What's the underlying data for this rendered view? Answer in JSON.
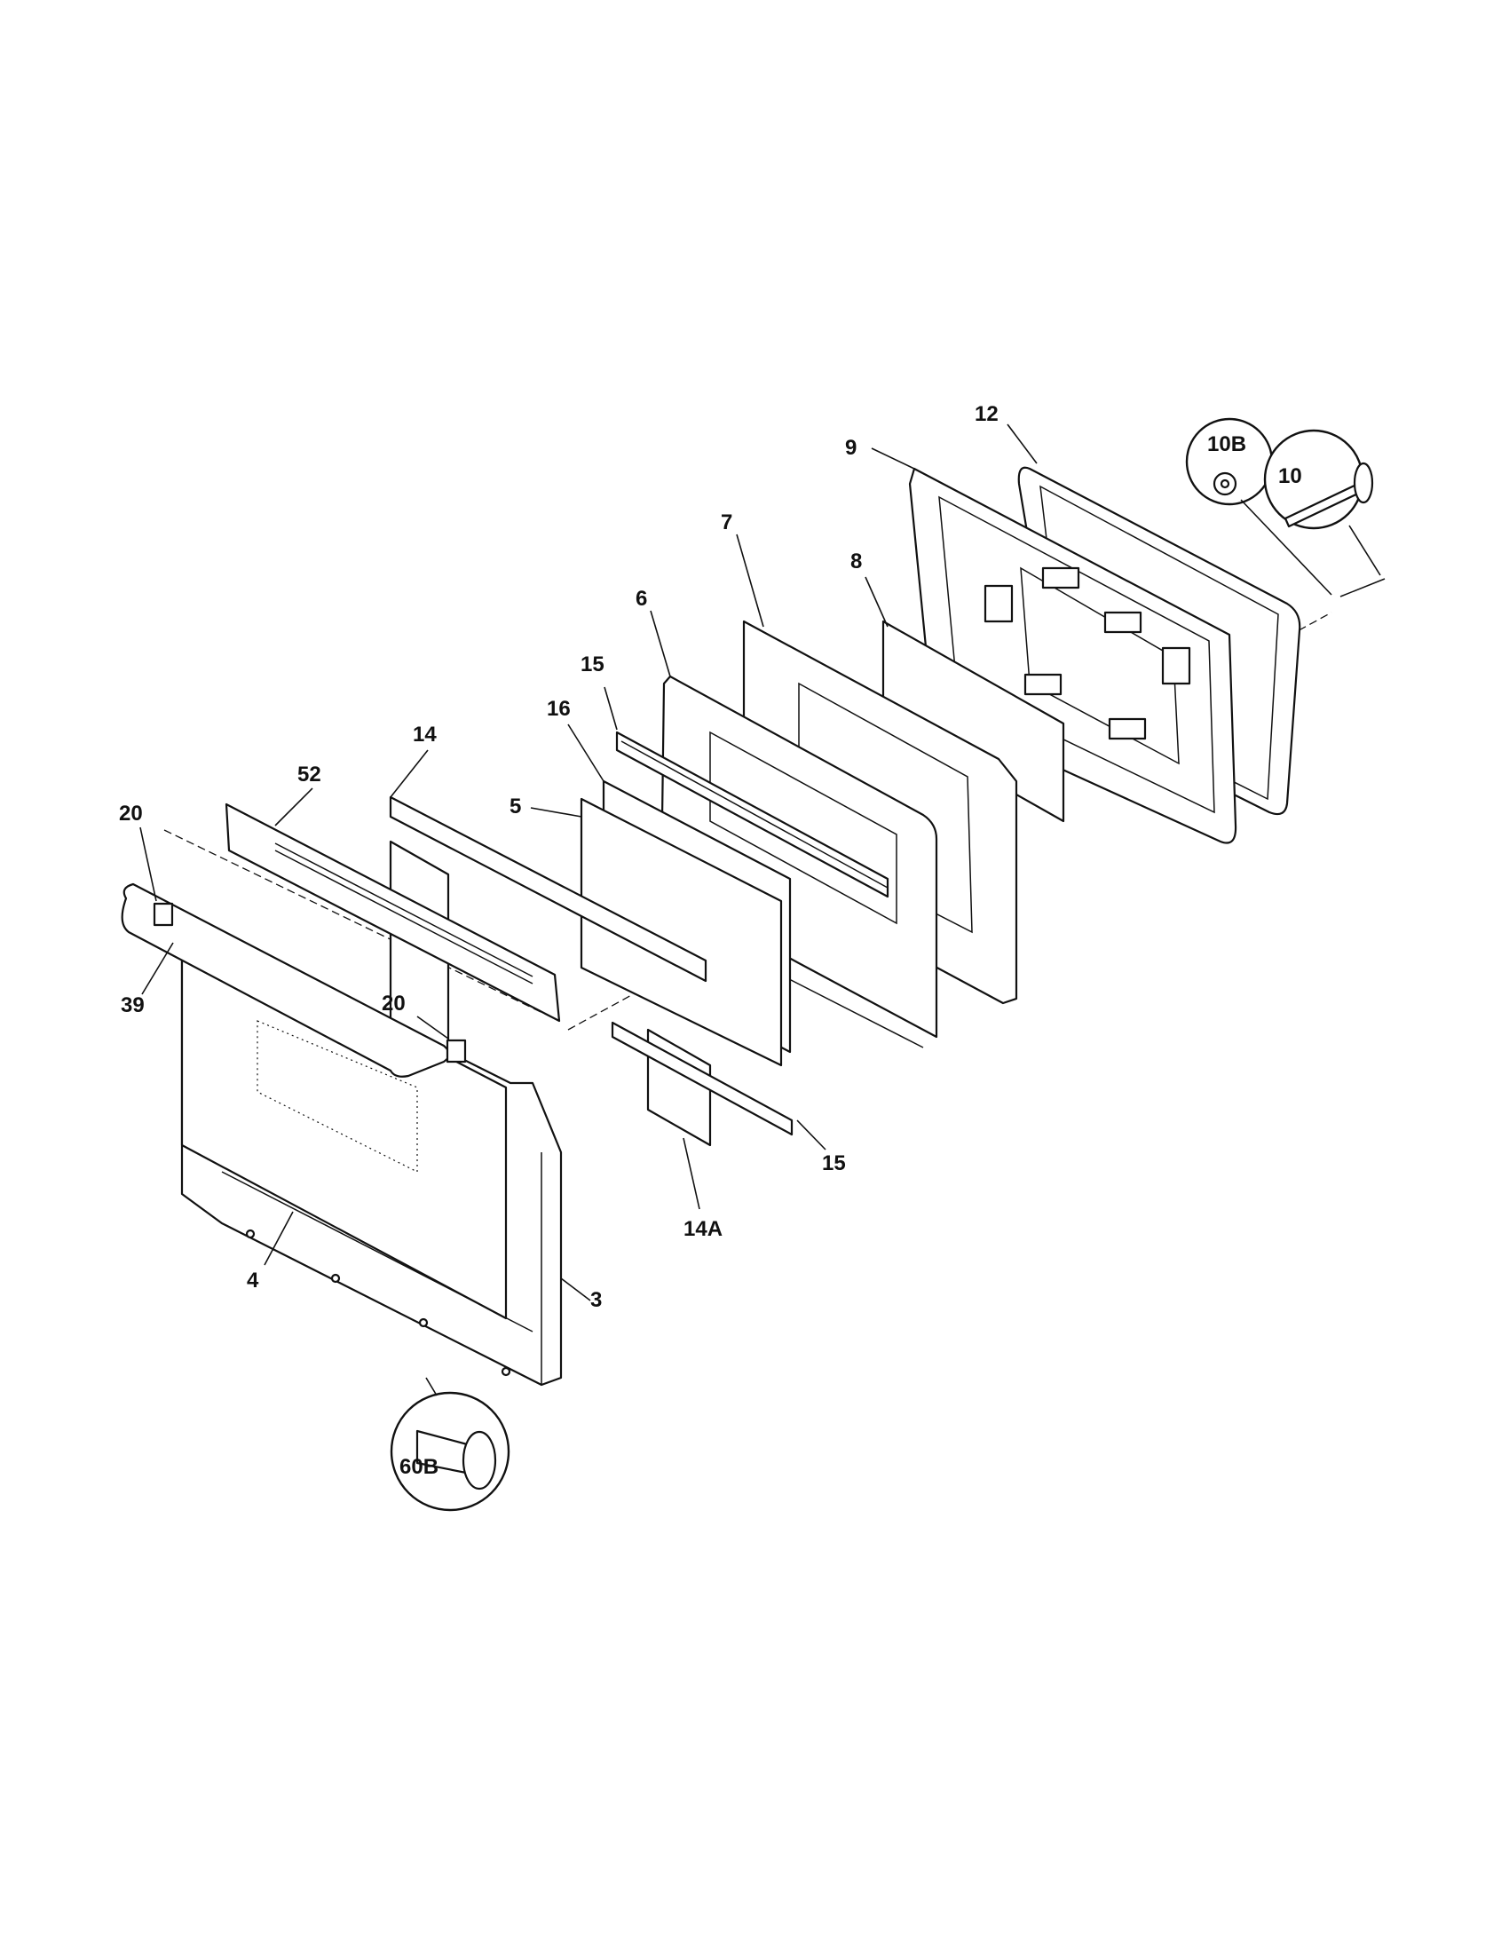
{
  "diagram": {
    "callouts": {
      "c12": "12",
      "c9": "9",
      "c10b": "10B",
      "c10": "10",
      "c7": "7",
      "c8": "8",
      "c6": "6",
      "c15_top": "15",
      "c16": "16",
      "c14": "14",
      "c52": "52",
      "c5": "5",
      "c20_left": "20",
      "c39": "39",
      "c20_right": "20",
      "c15_bottom": "15",
      "c14a": "14A",
      "c4": "4",
      "c3": "3",
      "c60b": "60B"
    }
  }
}
